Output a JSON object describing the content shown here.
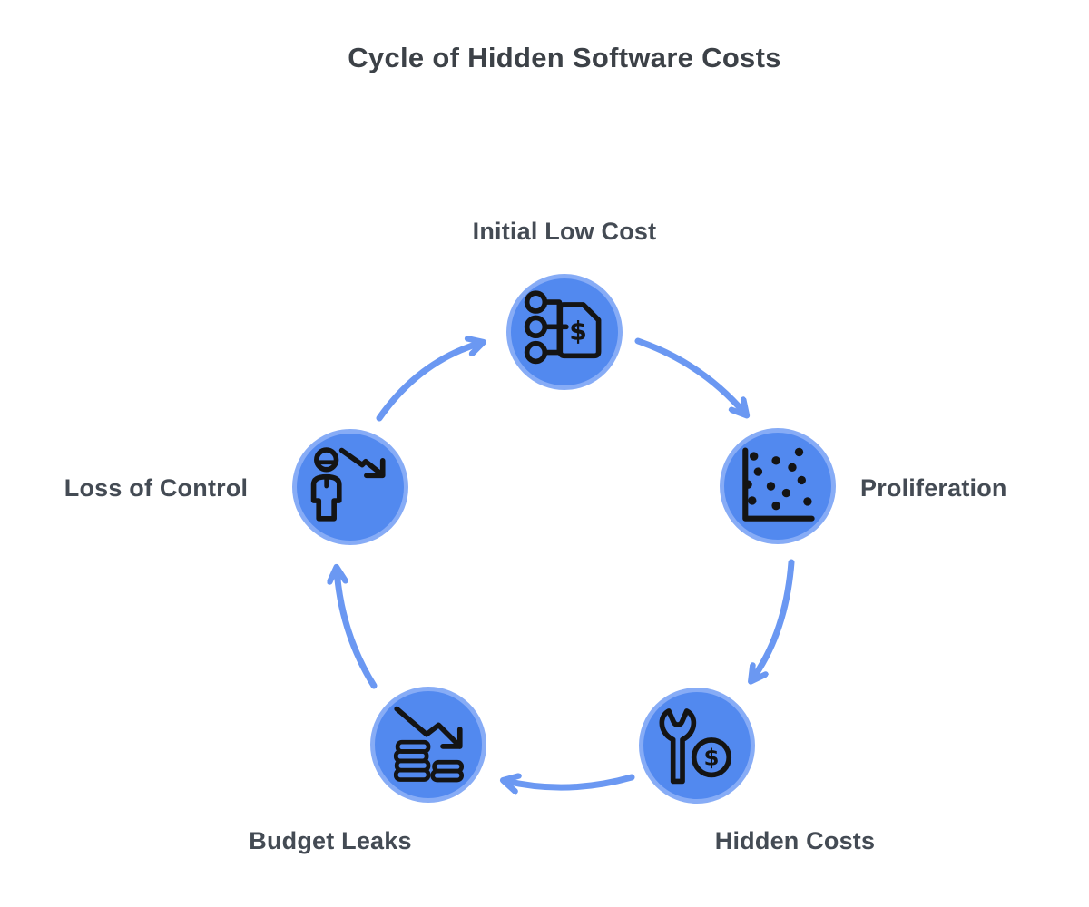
{
  "title": "Cycle of Hidden Software Costs",
  "diagram": {
    "type": "cycle",
    "direction": "clockwise",
    "nodes": [
      {
        "label": "Initial Low Cost",
        "position": "top",
        "icon": "dollar-tag-flowchart-icon"
      },
      {
        "label": "Proliferation",
        "position": "right",
        "icon": "scatter-plot-icon"
      },
      {
        "label": "Hidden Costs",
        "position": "bottom-right",
        "icon": "wrench-dollar-coin-icon"
      },
      {
        "label": "Budget Leaks",
        "position": "bottom-left",
        "icon": "declining-chart-coins-icon"
      },
      {
        "label": "Loss of Control",
        "position": "left",
        "icon": "person-declining-arrow-icon"
      }
    ],
    "flow": [
      "Initial Low Cost -> Proliferation",
      "Proliferation -> Hidden Costs",
      "Hidden Costs -> Budget Leaks",
      "Budget Leaks -> Loss of Control",
      "Loss of Control -> Initial Low Cost"
    ]
  },
  "icons": {
    "dollar_symbol": "$"
  },
  "colors": {
    "node_fill": "#5289EF",
    "node_ring": "#87ACF6",
    "arrow": "#6B98F2",
    "title_text": "#3C4147",
    "label_text": "#444B54",
    "icon_stroke": "#141414"
  }
}
